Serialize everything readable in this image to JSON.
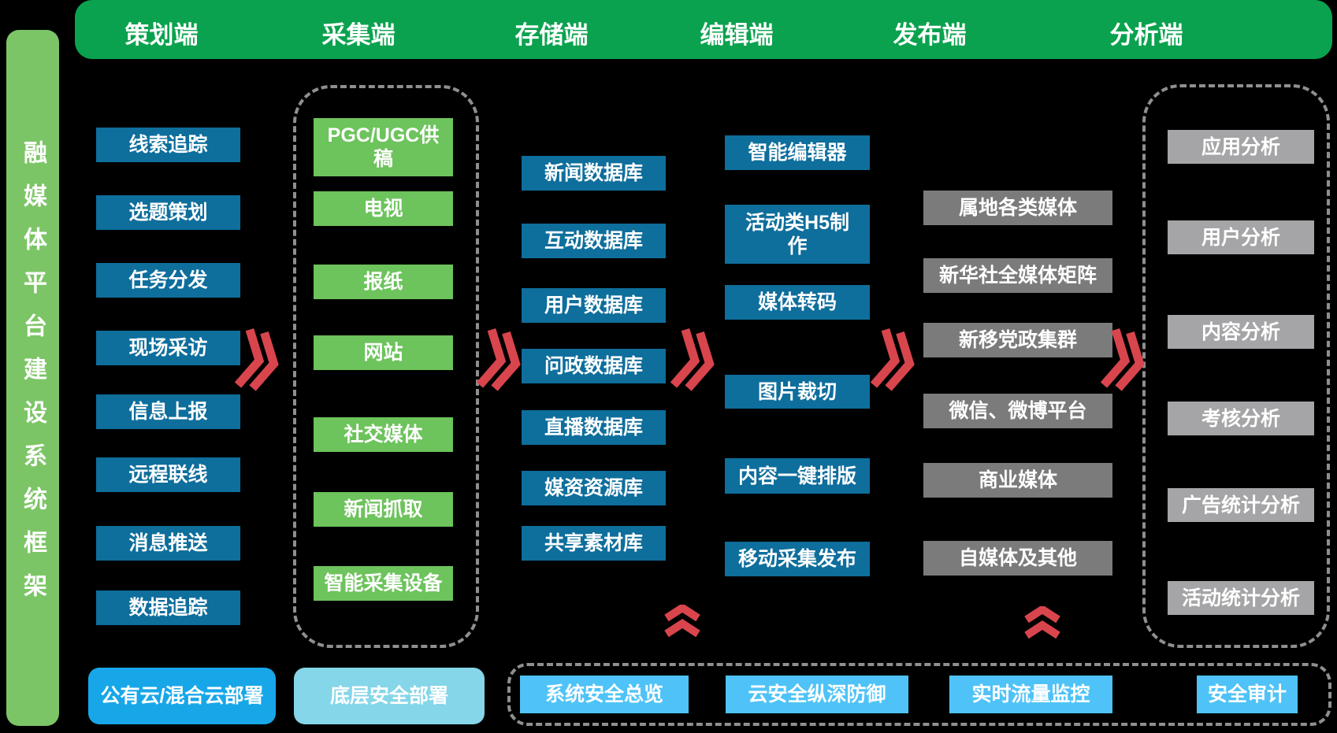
{
  "sidebar": {
    "title": "融媒体平台建设系统框架"
  },
  "header": {
    "columns": [
      "策划端",
      "采集端",
      "存储端",
      "编辑端",
      "发布端",
      "分析端"
    ]
  },
  "columns": {
    "planning": {
      "header": "策划端",
      "items": [
        "线索追踪",
        "选题策划",
        "任务分发",
        "现场采访",
        "信息上报",
        "远程联线",
        "消息推送",
        "数据追踪"
      ]
    },
    "collection": {
      "header": "采集端",
      "items": [
        "PGC/UGC供稿",
        "电视",
        "报纸",
        "网站",
        "社交媒体",
        "新闻抓取",
        "智能采集设备"
      ]
    },
    "storage": {
      "header": "存储端",
      "items": [
        "新闻数据库",
        "互动数据库",
        "用户数据库",
        "问政数据库",
        "直播数据库",
        "媒资资源库",
        "共享素材库"
      ]
    },
    "editing": {
      "header": "编辑端",
      "items": [
        "智能编辑器",
        "活动类H5制作",
        "媒体转码",
        "图片裁切",
        "内容一键排版",
        "移动采集发布"
      ]
    },
    "publishing": {
      "header": "发布端",
      "items": [
        "属地各类媒体",
        "新华社全媒体矩阵",
        "新移党政集群",
        "微信、微博平台",
        "商业媒体",
        "自媒体及其他"
      ]
    },
    "analysis": {
      "header": "分析端",
      "items": [
        "应用分析",
        "用户分析",
        "内容分析",
        "考核分析",
        "广告统计分析",
        "活动统计分析"
      ]
    }
  },
  "bottom": {
    "cloud": "公有云/混合云部署",
    "base_security": "底层安全部署",
    "security_items": [
      "系统安全总览",
      "云安全纵深防御",
      "实时流量监控",
      "安全审计"
    ]
  },
  "icons": {
    "flow_right": "double-chevron-right",
    "flow_up": "double-chevron-up"
  },
  "colors": {
    "background": "#000000",
    "header_green": "#0aa24e",
    "sidebar_green": "#7cc566",
    "teal_box": "#0e6e9c",
    "green_box": "#6dc35c",
    "gray_dark_box": "#7b7b7b",
    "gray_light_box": "#a5a5a7",
    "azure_box": "#17a7e9",
    "cyan_box": "#85d6e8",
    "light_blue_box": "#4fc3f7",
    "arrow_red": "#d9454d",
    "dashed_border": "#8f8f8f"
  }
}
